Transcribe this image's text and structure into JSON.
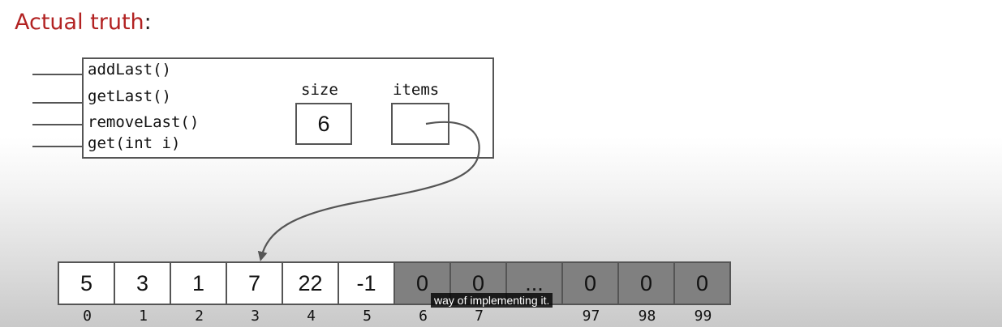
{
  "title": {
    "text": "Actual truth",
    "colon": ":"
  },
  "object": {
    "methods": [
      "addLast()",
      "getLast()",
      "removeLast()",
      "get(int i)"
    ],
    "size_label": "size",
    "size_value": "6",
    "items_label": "items"
  },
  "array": {
    "cells": [
      "5",
      "3",
      "1",
      "7",
      "22",
      "-1",
      "0",
      "0",
      "...",
      "0",
      "0",
      "0"
    ],
    "indices": [
      "0",
      "1",
      "2",
      "3",
      "4",
      "5",
      "6",
      "7",
      "",
      "97",
      "98",
      "99"
    ]
  },
  "caption": "way of implementing it."
}
